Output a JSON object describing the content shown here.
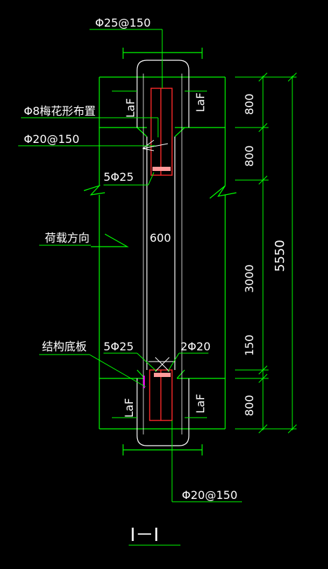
{
  "colors": {
    "background": "#000000",
    "outline": "#00ff00",
    "wall": "#ffffff",
    "rebar": "#ff2a2a",
    "stirrup": "#ff00ff",
    "label": "#ffffff",
    "leader": "#00ff00"
  },
  "labels": {
    "top_rebar": "Φ25@150",
    "flower_stirrup": "Φ8梅花形布置",
    "side_rebar": "Φ20@150",
    "top_bars": "5Φ25",
    "load_direction": "荷载方向",
    "width": "600",
    "base_plate": "结构底板",
    "bottom_bars": "5Φ25",
    "bottom_side_bars": "2Φ20",
    "bottom_rebar": "Φ20@150",
    "section": "I－I",
    "laf": "LaF"
  },
  "dimensions": {
    "segments": [
      "800",
      "800",
      "3000",
      "150",
      "800"
    ],
    "total": "5550"
  }
}
